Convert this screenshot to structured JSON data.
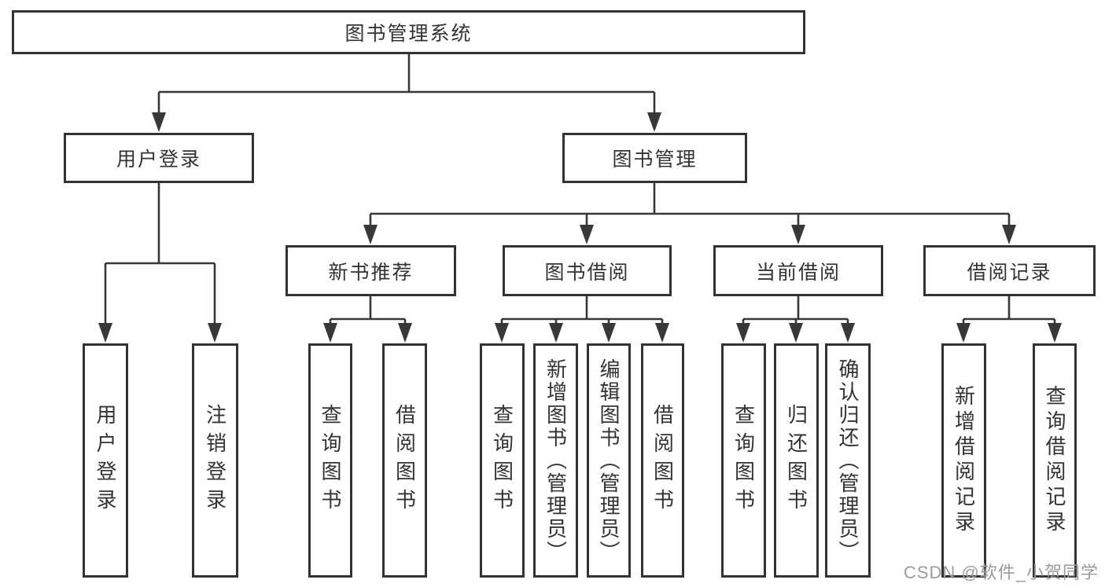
{
  "diagram": {
    "root": {
      "label": "图书管理系统"
    },
    "branches": [
      {
        "label": "用户登录",
        "children": [
          {
            "label": "用户登录"
          },
          {
            "label": "注销登录"
          }
        ]
      },
      {
        "label": "图书管理",
        "children": [
          {
            "label": "新书推荐",
            "children": [
              {
                "label": "查询图书"
              },
              {
                "label": "借阅图书"
              }
            ]
          },
          {
            "label": "图书借阅",
            "children": [
              {
                "label": "查询图书"
              },
              {
                "label": "新增图书（管理员）"
              },
              {
                "label": "编辑图书（管理员）"
              },
              {
                "label": "借阅图书"
              }
            ]
          },
          {
            "label": "当前借阅",
            "children": [
              {
                "label": "查询图书"
              },
              {
                "label": "归还图书"
              },
              {
                "label": "确认归还（管理员）"
              }
            ]
          },
          {
            "label": "借阅记录",
            "children": [
              {
                "label": "新增借阅记录"
              },
              {
                "label": "查询借阅记录"
              }
            ]
          }
        ]
      }
    ]
  },
  "watermark": {
    "text": "CSDN @软件_小贺同学"
  },
  "colors": {
    "line": "#383838",
    "box_border": "#333333",
    "text": "#333333",
    "watermark": "#9c9c9c",
    "background": "#ffffff"
  }
}
